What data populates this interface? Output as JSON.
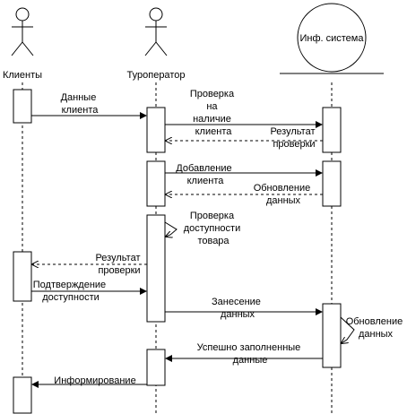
{
  "participants": {
    "clients": "Клиенты",
    "operator": "Туроператор",
    "system": "Инф. система"
  },
  "messages": {
    "m1": [
      "Данные",
      "клиента"
    ],
    "m2": [
      "Проверка",
      "на",
      "наличие",
      "клиента"
    ],
    "m3": [
      "Результат",
      "проверки"
    ],
    "m4": [
      "Добавление",
      "клиента"
    ],
    "m5": [
      "Обновление",
      "данных"
    ],
    "m6": [
      "Проверка",
      "доступности",
      "товара"
    ],
    "m7": [
      "Результат",
      "проверки"
    ],
    "m8": [
      "Подтверждение",
      "доступности"
    ],
    "m9": [
      "Занесение",
      "данных"
    ],
    "m10": [
      "Обновление",
      "данных"
    ],
    "m11": [
      "Успешно заполненные",
      "данные"
    ],
    "m12": [
      "Информирование"
    ]
  }
}
